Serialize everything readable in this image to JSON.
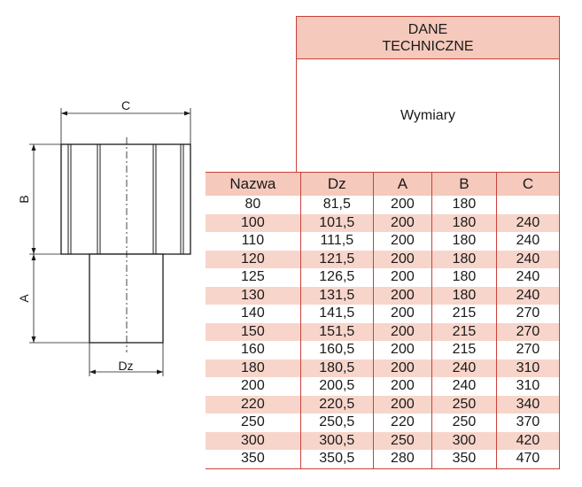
{
  "drawing": {
    "dim_c": "C",
    "dim_b": "B",
    "dim_a": "A",
    "dim_dz": "Dz"
  },
  "header": {
    "line1": "DANE",
    "line2": "TECHNICZNE",
    "subtitle": "Wymiary"
  },
  "table": {
    "columns": [
      "Nazwa",
      "Dz",
      "A",
      "B",
      "C"
    ],
    "rows": [
      [
        "80",
        "81,5",
        "200",
        "180",
        ""
      ],
      [
        "100",
        "101,5",
        "200",
        "180",
        "240"
      ],
      [
        "110",
        "111,5",
        "200",
        "180",
        "240"
      ],
      [
        "120",
        "121,5",
        "200",
        "180",
        "240"
      ],
      [
        "125",
        "126,5",
        "200",
        "180",
        "240"
      ],
      [
        "130",
        "131,5",
        "200",
        "180",
        "240"
      ],
      [
        "140",
        "141,5",
        "200",
        "215",
        "270"
      ],
      [
        "150",
        "151,5",
        "200",
        "215",
        "270"
      ],
      [
        "160",
        "160,5",
        "200",
        "215",
        "270"
      ],
      [
        "180",
        "180,5",
        "200",
        "240",
        "310"
      ],
      [
        "200",
        "200,5",
        "200",
        "240",
        "310"
      ],
      [
        "220",
        "220,5",
        "200",
        "250",
        "340"
      ],
      [
        "250",
        "250,5",
        "220",
        "250",
        "370"
      ],
      [
        "300",
        "300,5",
        "250",
        "300",
        "420"
      ],
      [
        "350",
        "350,5",
        "280",
        "350",
        "470"
      ]
    ]
  }
}
